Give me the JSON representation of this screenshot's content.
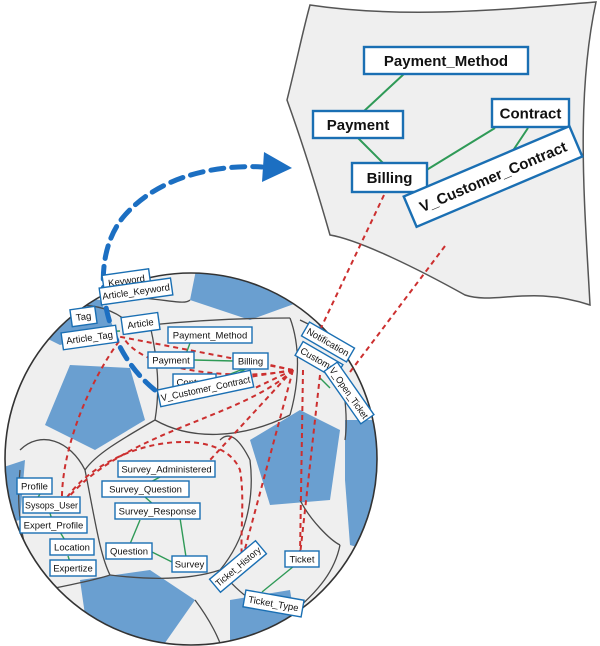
{
  "colors": {
    "panel_fill": "#efefef",
    "panel_stroke": "#555555",
    "ball_light": "#efefef",
    "ball_blue": "#6a9fd0",
    "seam": "#4a4a4a",
    "node_border": "#1a6fb3",
    "edge_green": "#2f9a57",
    "edge_red": "#cc2f2f",
    "arrow_blue": "#1c6fc2"
  },
  "panel": {
    "nodes": [
      {
        "id": "pm",
        "label": "Payment_Method"
      },
      {
        "id": "pay",
        "label": "Payment"
      },
      {
        "id": "con",
        "label": "Contract"
      },
      {
        "id": "bil",
        "label": "Billing"
      },
      {
        "id": "vcc",
        "label": "V_Customer_Contract"
      }
    ]
  },
  "ball": {
    "nodes": [
      {
        "id": "keyword",
        "label": "Keyword"
      },
      {
        "id": "tag",
        "label": "Tag"
      },
      {
        "id": "article_keyword",
        "label": "Article_Keyword"
      },
      {
        "id": "article_tag",
        "label": "Article_Tag"
      },
      {
        "id": "article",
        "label": "Article"
      },
      {
        "id": "b_payment_method",
        "label": "Payment_Method"
      },
      {
        "id": "b_payment",
        "label": "Payment"
      },
      {
        "id": "b_billing",
        "label": "Billing"
      },
      {
        "id": "b_contract",
        "label": "Contract"
      },
      {
        "id": "b_vcc",
        "label": "V_Customer_Contract"
      },
      {
        "id": "notification",
        "label": "Notification"
      },
      {
        "id": "customer",
        "label": "Customer"
      },
      {
        "id": "v_open_ticket",
        "label": "V_Open_Ticket"
      },
      {
        "id": "survey_administered",
        "label": "Survey_Administered"
      },
      {
        "id": "survey_question",
        "label": "Survey_Question"
      },
      {
        "id": "survey_response",
        "label": "Survey_Response"
      },
      {
        "id": "question",
        "label": "Question"
      },
      {
        "id": "survey",
        "label": "Survey"
      },
      {
        "id": "profile",
        "label": "Profile"
      },
      {
        "id": "sysops_user",
        "label": "Sysops_User"
      },
      {
        "id": "expert_profile",
        "label": "Expert_Profile"
      },
      {
        "id": "location",
        "label": "Location"
      },
      {
        "id": "expertize",
        "label": "Expertize"
      },
      {
        "id": "ticket_history",
        "label": "Ticket_History"
      },
      {
        "id": "ticket",
        "label": "Ticket"
      },
      {
        "id": "ticket_type",
        "label": "Ticket_Type"
      }
    ]
  }
}
